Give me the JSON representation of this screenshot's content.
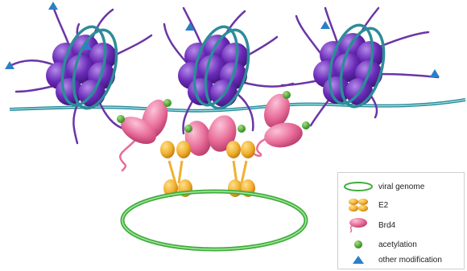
{
  "colors": {
    "histone": "#6a2bb8",
    "dna_strand": "#2d8c9a",
    "histone_tail": "#6b35a6",
    "brd4": "#e86c98",
    "e2": "#f0b030",
    "viral_genome": "#3fae3c",
    "acetylation": "#4caa34",
    "other_modification": "#2a80c8"
  },
  "legend": {
    "items": [
      {
        "key": "viral_genome",
        "label": "viral genome"
      },
      {
        "key": "e2",
        "label": "E2"
      },
      {
        "key": "brd4",
        "label": "Brd4"
      },
      {
        "key": "acetylation",
        "label": "acetylation"
      },
      {
        "key": "other_modification",
        "label": "other modification"
      }
    ]
  }
}
